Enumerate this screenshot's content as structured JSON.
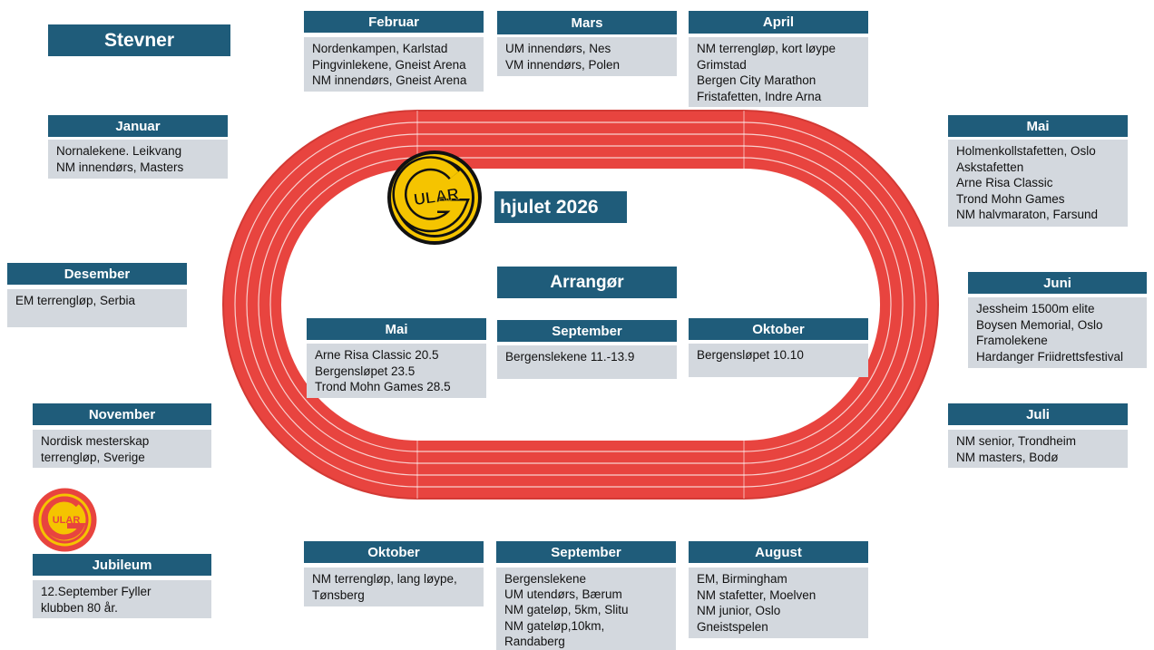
{
  "title": {
    "prefix": "hjulet 2026",
    "logo_text": "ULAR"
  },
  "stevner_label": "Stevner",
  "arrangor_label": "Arrangør",
  "stevner": {
    "januar": {
      "month": "Januar",
      "events": [
        "Nornalekene. Leikvang",
        "NM innendørs, Masters"
      ]
    },
    "februar": {
      "month": "Februar",
      "events": [
        "Nordenkampen, Karlstad",
        "Pingvinlekene, Gneist Arena",
        "NM innendørs, Gneist Arena"
      ]
    },
    "mars": {
      "month": "Mars",
      "events": [
        "UM innendørs, Nes",
        "VM innendørs, Polen"
      ]
    },
    "april": {
      "month": "April",
      "events": [
        "NM terrengløp, kort løype",
        "Grimstad",
        "Bergen City Marathon",
        "Fristafetten, Indre Arna"
      ]
    },
    "mai": {
      "month": "Mai",
      "events": [
        "Holmenkollstafetten, Oslo",
        "Askstafetten",
        "Arne Risa Classic",
        "Trond Mohn Games",
        "NM halvmaraton, Farsund"
      ]
    },
    "juni": {
      "month": "Juni",
      "events": [
        "Jessheim 1500m elite",
        "Boysen Memorial, Oslo",
        "Framolekene",
        "Hardanger Friidrettsfestival"
      ]
    },
    "juli": {
      "month": "Juli",
      "events": [
        "NM senior, Trondheim",
        "NM masters, Bodø"
      ]
    },
    "august": {
      "month": "August",
      "events": [
        "EM, Birmingham",
        "NM stafetter, Moelven",
        "NM junior, Oslo",
        "Gneistspelen"
      ]
    },
    "september": {
      "month": "September",
      "events": [
        "Bergenslekene",
        "UM utendørs, Bærum",
        "NM gateløp, 5km, Slitu",
        "NM gateløp,10km,",
        "Randaberg"
      ]
    },
    "oktober": {
      "month": "Oktober",
      "events": [
        "NM terrengløp, lang løype,",
        "Tønsberg"
      ]
    },
    "november": {
      "month": "November",
      "events": [
        "Nordisk mesterskap",
        "terrengløp, Sverige"
      ]
    },
    "desember": {
      "month": "Desember",
      "events": [
        "EM terrengløp, Serbia"
      ]
    },
    "jubileum": {
      "month": "Jubileum",
      "events": [
        "12.September Fyller",
        "klubben 80 år."
      ]
    }
  },
  "arrangor": {
    "mai": {
      "month": "Mai",
      "events": [
        "Arne Risa Classic 20.5",
        "Bergensløpet 23.5",
        "Trond Mohn Games 28.5"
      ]
    },
    "september": {
      "month": "September",
      "events": [
        "Bergenslekene 11.-13.9"
      ]
    },
    "oktober": {
      "month": "Oktober",
      "events": [
        "Bergensløpet 10.10"
      ]
    }
  },
  "colors": {
    "header": "#1f5c7a",
    "body": "#d3d8de",
    "track": "#e8443f",
    "logo_yellow": "#f5c400"
  }
}
